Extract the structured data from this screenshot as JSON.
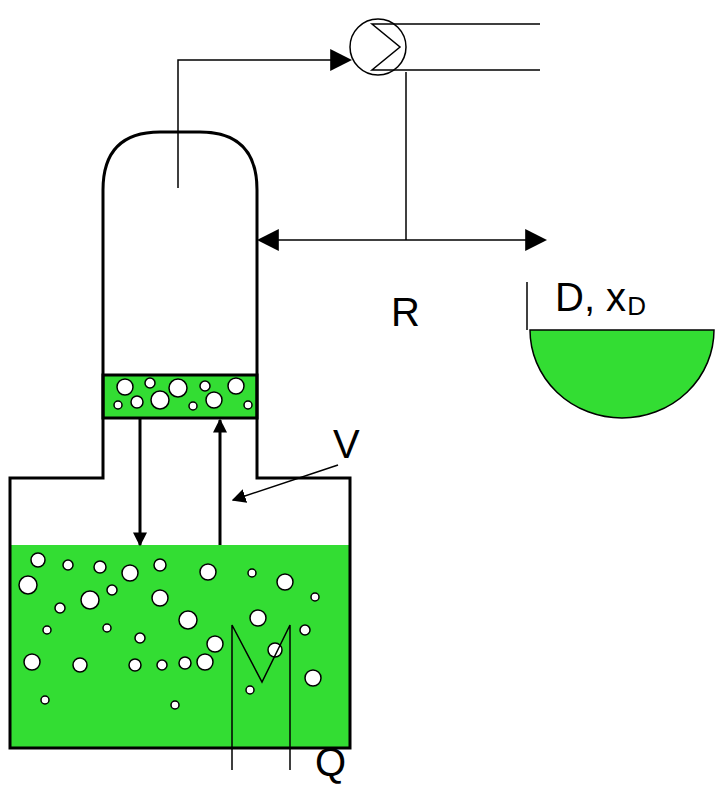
{
  "diagram": {
    "labels": [
      "R",
      "D, x",
      "D",
      "V",
      "Q"
    ]
  }
}
